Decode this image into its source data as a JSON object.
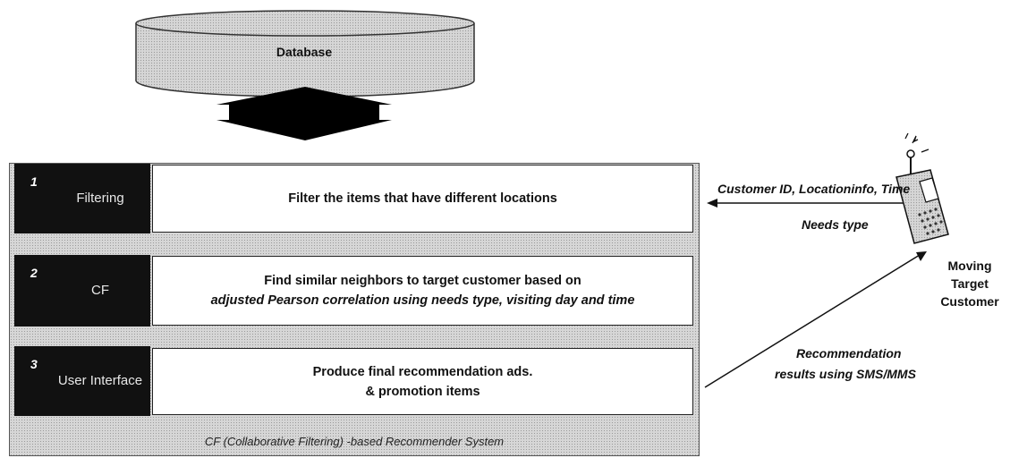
{
  "database": {
    "label": "Database"
  },
  "system": {
    "caption": "CF (Collaborative Filtering) -based  Recommender System"
  },
  "steps": [
    {
      "number": "1",
      "name": "Filtering",
      "lines": [
        "Filter the items that have different locations"
      ]
    },
    {
      "number": "2",
      "name": "CF",
      "lines": [
        "Find similar neighbors to target customer based on",
        "adjusted Pearson correlation  using needs type, visiting day and time"
      ]
    },
    {
      "number": "3",
      "name": "User Interface",
      "lines": [
        "Produce final recommendation ads.",
        "& promotion items"
      ]
    }
  ],
  "input_arrow": {
    "label_line1": "Customer ID, Locationinfo, Time",
    "label_line2": "Needs type"
  },
  "output_arrow": {
    "label_line1": "Recommendation",
    "label_line2": "results using SMS/MMS"
  },
  "device": {
    "label_lines": [
      "Moving",
      "Target",
      "Customer"
    ]
  }
}
